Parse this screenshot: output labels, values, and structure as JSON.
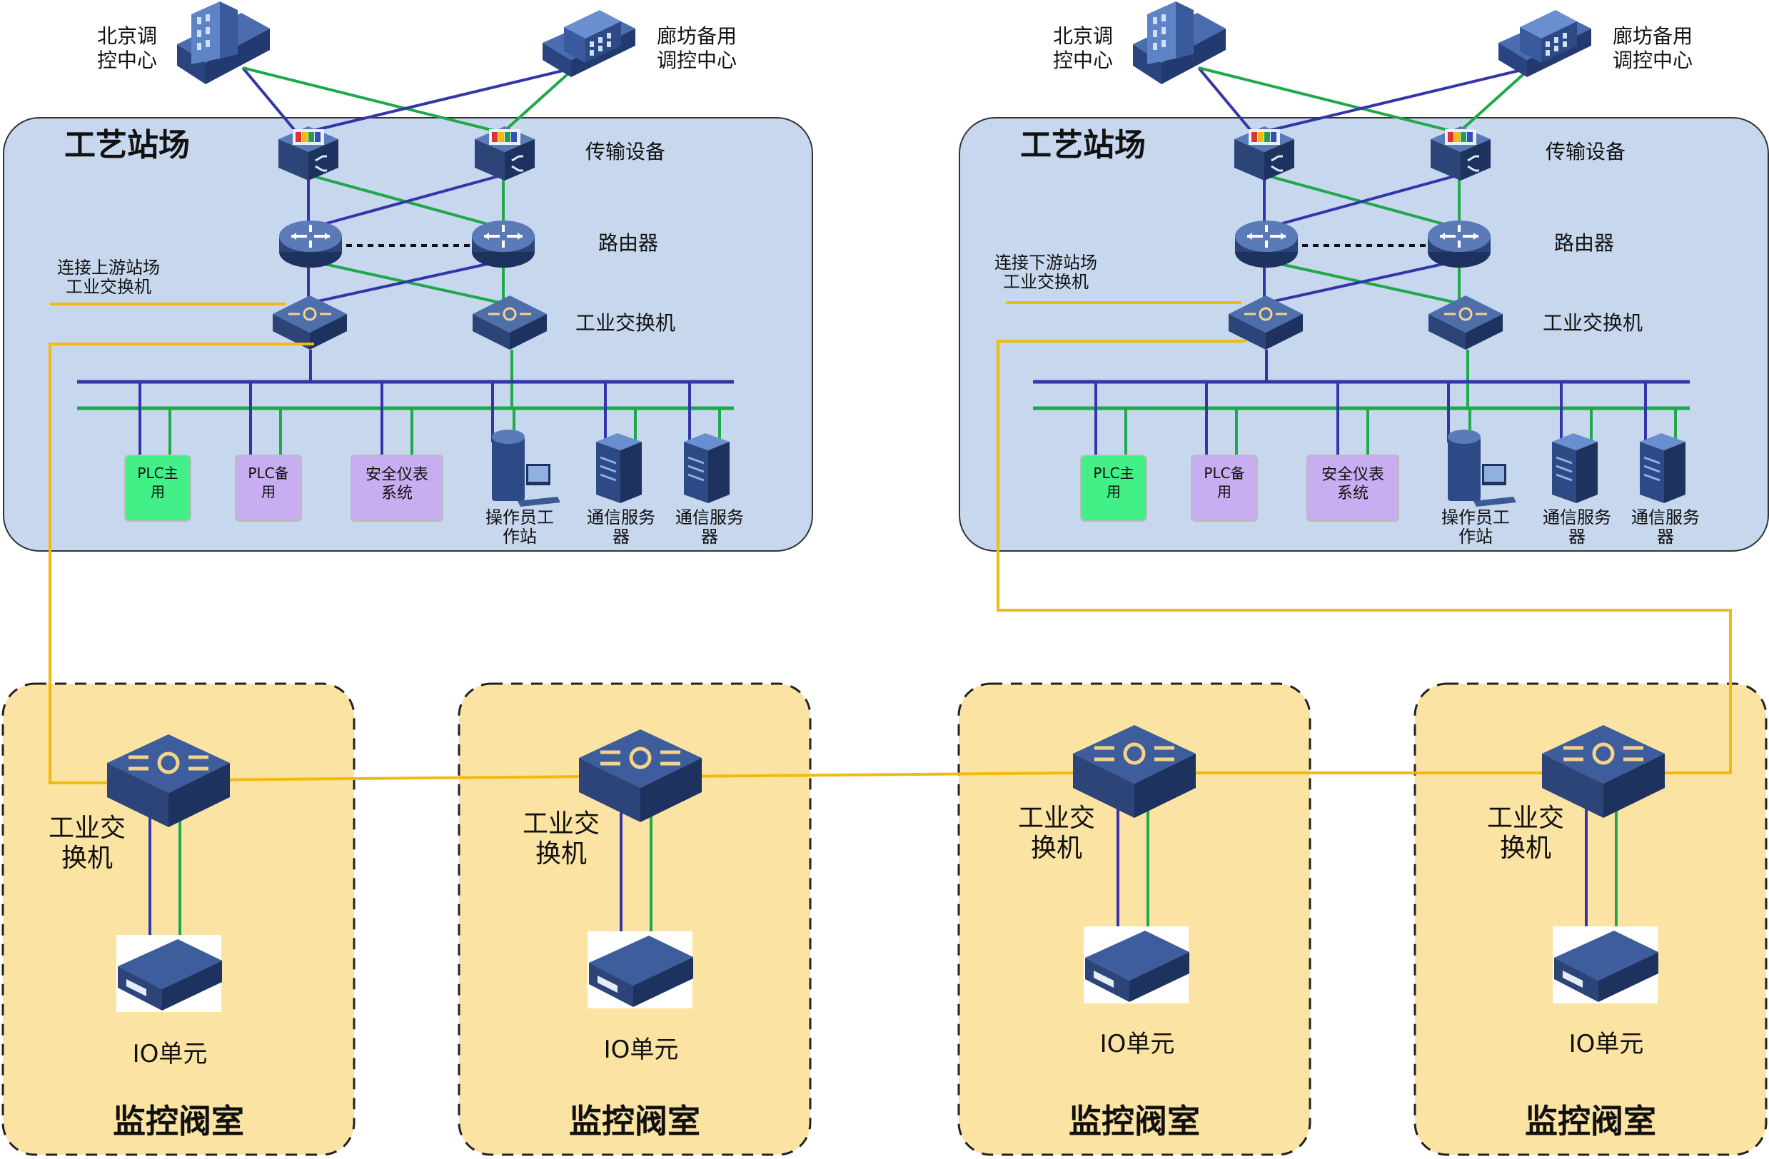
{
  "sites": [
    {
      "title": "工艺站场",
      "center_a": [
        "北京调",
        "控中心"
      ],
      "center_b": [
        "廊坊备用",
        "调控中心"
      ],
      "transmission_label": "传输设备",
      "router_label": "路由器",
      "switch_label": "工业交换机",
      "link_note": [
        "连接上游站场",
        "工业交换机"
      ],
      "devices": {
        "plc_main": [
          "PLC主",
          "用"
        ],
        "plc_backup": [
          "PLC备",
          "用"
        ],
        "sis": [
          "安全仪表",
          "系统"
        ],
        "operator": [
          "操作员工",
          "作站"
        ],
        "comm1": [
          "通信服务",
          "器"
        ],
        "comm2": [
          "通信服务",
          "器"
        ]
      }
    },
    {
      "title": "工艺站场",
      "center_a": [
        "北京调",
        "控中心"
      ],
      "center_b": [
        "廊坊备用",
        "调控中心"
      ],
      "transmission_label": "传输设备",
      "router_label": "路由器",
      "switch_label": "工业交换机",
      "link_note": [
        "连接下游站场",
        "工业交换机"
      ],
      "devices": {
        "plc_main": [
          "PLC主",
          "用"
        ],
        "plc_backup": [
          "PLC备",
          "用"
        ],
        "sis": [
          "安全仪表",
          "系统"
        ],
        "operator": [
          "操作员工",
          "作站"
        ],
        "comm1": [
          "通信服务",
          "器"
        ],
        "comm2": [
          "通信服务",
          "器"
        ]
      }
    }
  ],
  "rooms": [
    {
      "title": "监控阀室",
      "switch_label": [
        "工业交",
        "换机"
      ],
      "io_label": "IO单元"
    },
    {
      "title": "监控阀室",
      "switch_label": [
        "工业交",
        "换机"
      ],
      "io_label": "IO单元"
    },
    {
      "title": "监控阀室",
      "switch_label": [
        "工业交",
        "换机"
      ],
      "io_label": "IO单元"
    },
    {
      "title": "监控阀室",
      "switch_label": [
        "工业交",
        "换机"
      ],
      "io_label": "IO单元"
    }
  ],
  "colors": {
    "blue_link": "#3535aa",
    "green_link": "#1fa84a",
    "yellow_link": "#f2b90f",
    "site_fill": "#c7d8ee",
    "room_fill": "#fbe3a3",
    "device_blue": "#2e4a86"
  }
}
